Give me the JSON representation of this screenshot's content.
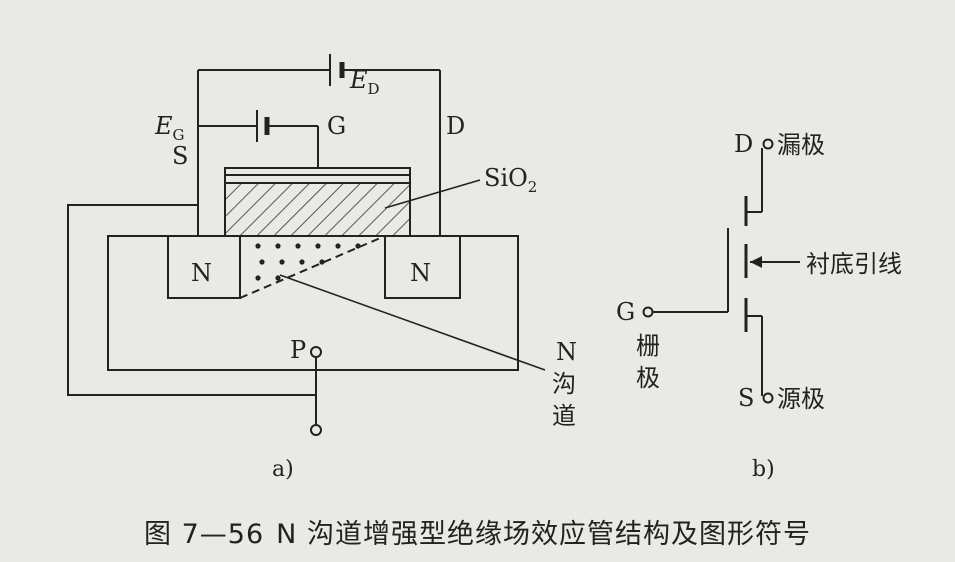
{
  "figure_a": {
    "label_ED_main": "E",
    "label_ED_sub": "D",
    "label_EG_main": "E",
    "label_EG_sub": "G",
    "label_G": "G",
    "label_D": "D",
    "label_S": "S",
    "label_SiO2_main": "SiO",
    "label_SiO2_sub": "2",
    "label_N_left": "N",
    "label_N_right": "N",
    "label_P": "P",
    "label_channel_N": "N",
    "label_channel_1": "沟",
    "label_channel_2": "道",
    "sublabel": "a)"
  },
  "figure_b": {
    "label_D": "D",
    "label_drain": "漏极",
    "label_G": "G",
    "label_gate_1": "栅",
    "label_gate_2": "极",
    "label_substrate": "衬底引线",
    "label_S": "S",
    "label_source": "源极",
    "sublabel": "b)"
  },
  "caption": {
    "number": "图 7—56",
    "title": "N 沟道增强型绝缘场效应管结构及图形符号"
  },
  "colors": {
    "ink": "#222222",
    "paper": "#e9e9e6"
  }
}
